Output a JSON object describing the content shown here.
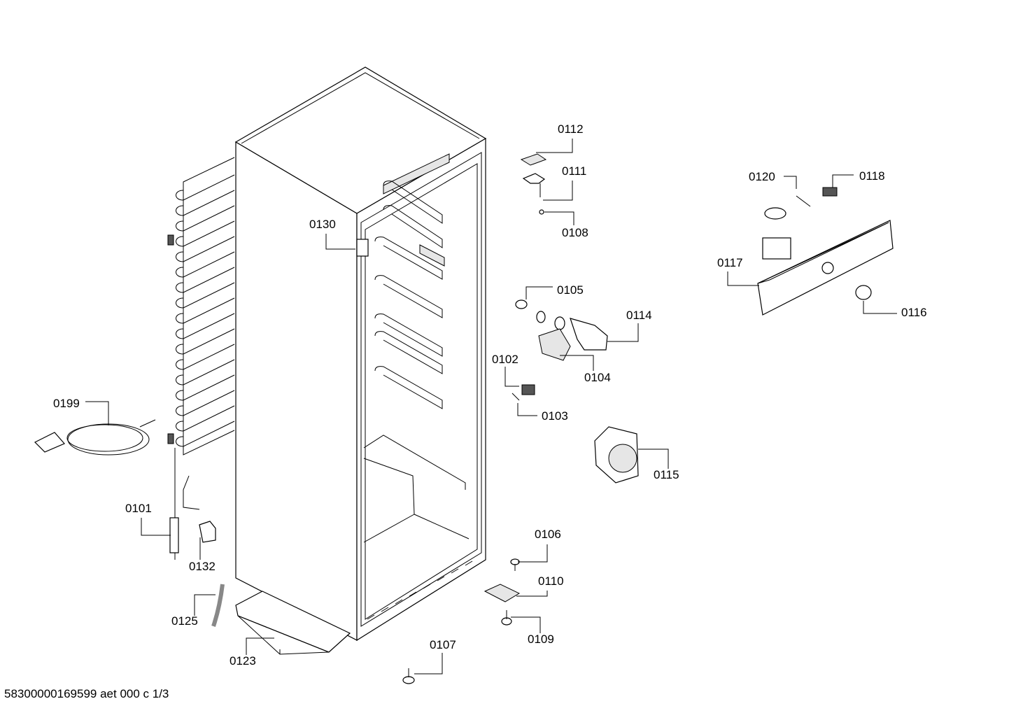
{
  "labels": {
    "p0112": "0112",
    "p0111": "0111",
    "p0108": "0108",
    "p0130": "0130",
    "p0105": "0105",
    "p0114": "0114",
    "p0104": "0104",
    "p0102": "0102",
    "p0103": "0103",
    "p0115": "0115",
    "p0120": "0120",
    "p0118": "0118",
    "p0117": "0117",
    "p0116": "0116",
    "p0199": "0199",
    "p0101": "0101",
    "p0132": "0132",
    "p0125": "0125",
    "p0123": "0123",
    "p0106": "0106",
    "p0110": "0110",
    "p0109": "0109",
    "p0107": "0107"
  },
  "footer": "58300000169599 aet 000 c 1/3"
}
